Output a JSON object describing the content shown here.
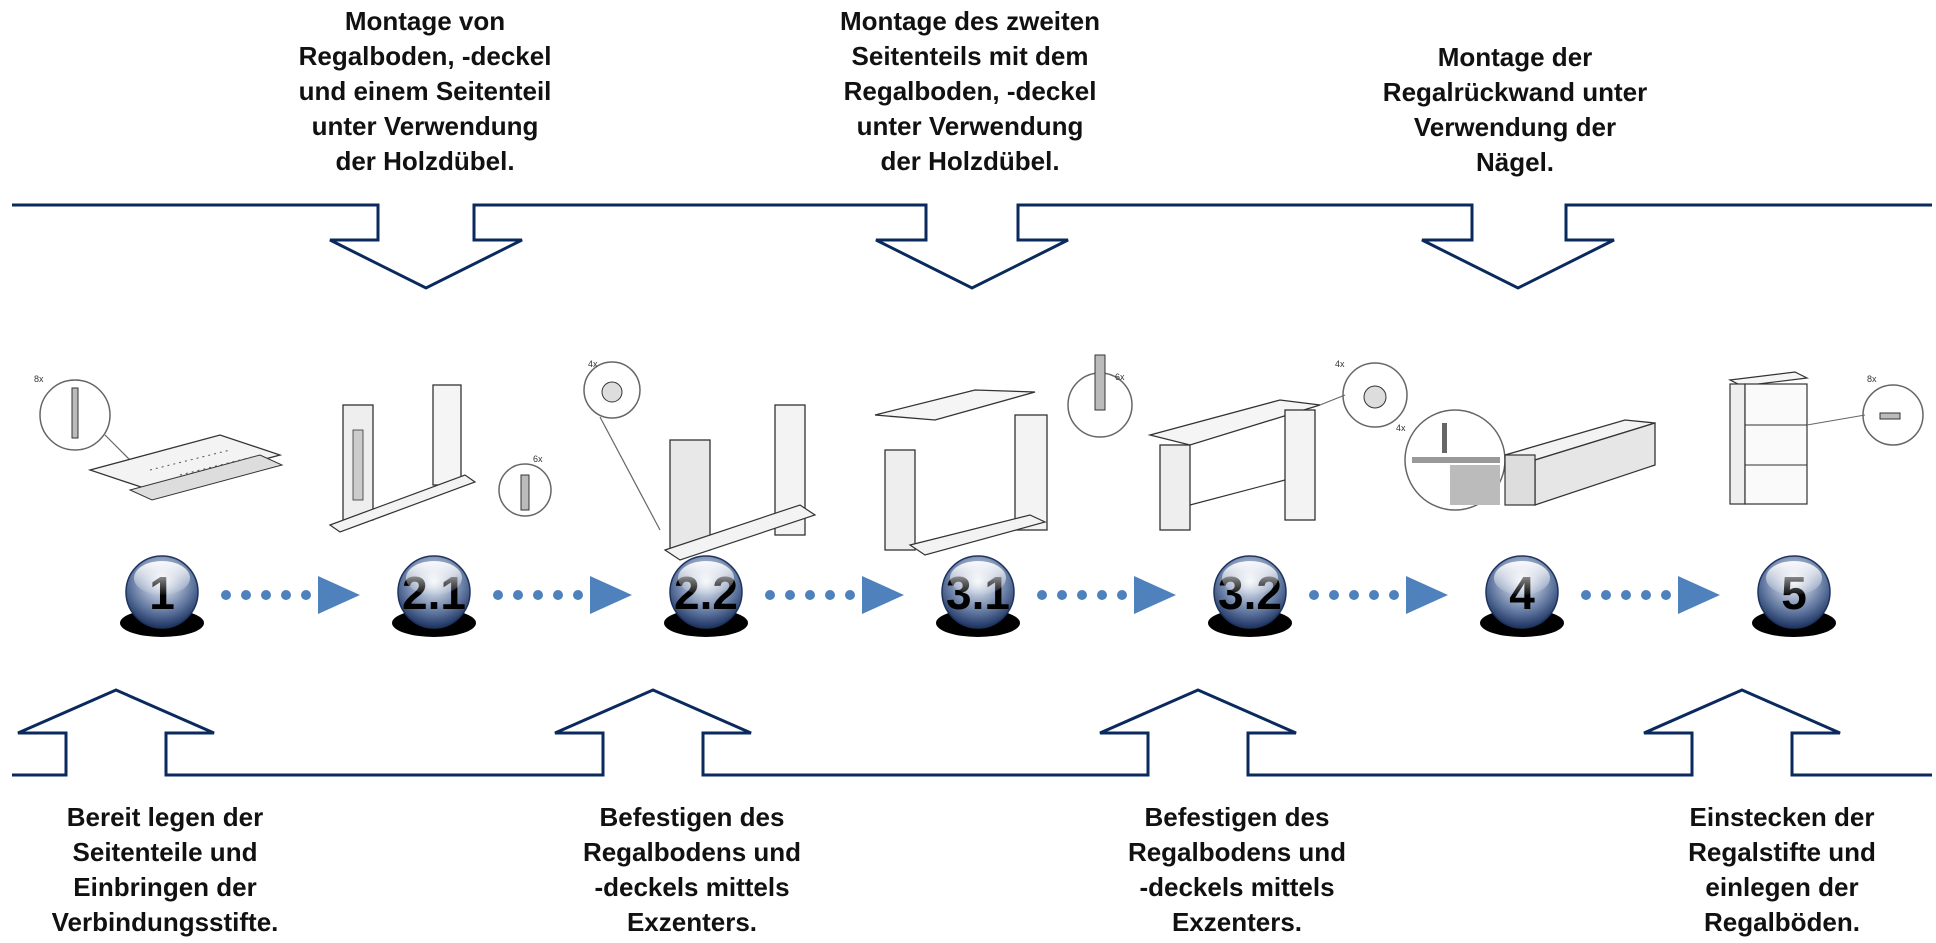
{
  "colors": {
    "frame": "#0a2a5e",
    "dotted_arrow": "#4f81bd",
    "ball_top": "#f4f6fa",
    "ball_mid": "#6d84ab",
    "ball_dark": "#1e3360",
    "shadow": "#000000"
  },
  "top_labels": [
    "Montage von\nRegalboden, -deckel\nund einem Seitenteil\nunter Verwendung\nder Holzdübel.",
    "Montage des zweiten\nSeitenteils mit dem\nRegalboden, -deckel\nunter Verwendung\nder Holzdübel.",
    "Montage der\nRegalrückwand unter\nVerwendung der\nNägel."
  ],
  "bottom_labels": [
    "Bereit legen der\nSeitenteile und\nEinbringen der\nVerbindungsstifte.",
    "Befestigen des\nRegalbodens und\n-deckels mittels\nExzenters.",
    "Befestigen des\nRegalbodens und\n-deckels mittels\nExzenters.",
    "Einstecken der\nRegalstifte und\neinlegen der\nRegalböden."
  ],
  "steps": [
    {
      "number": "1",
      "count_badge": "8x"
    },
    {
      "number": "2.1",
      "count_badge": "6x"
    },
    {
      "number": "2.2",
      "count_badge": "4x"
    },
    {
      "number": "3.1",
      "count_badge": "6x"
    },
    {
      "number": "3.2",
      "count_badge": "4x"
    },
    {
      "number": "4",
      "count_badge": "4x"
    },
    {
      "number": "5",
      "count_badge": "8x"
    }
  ]
}
